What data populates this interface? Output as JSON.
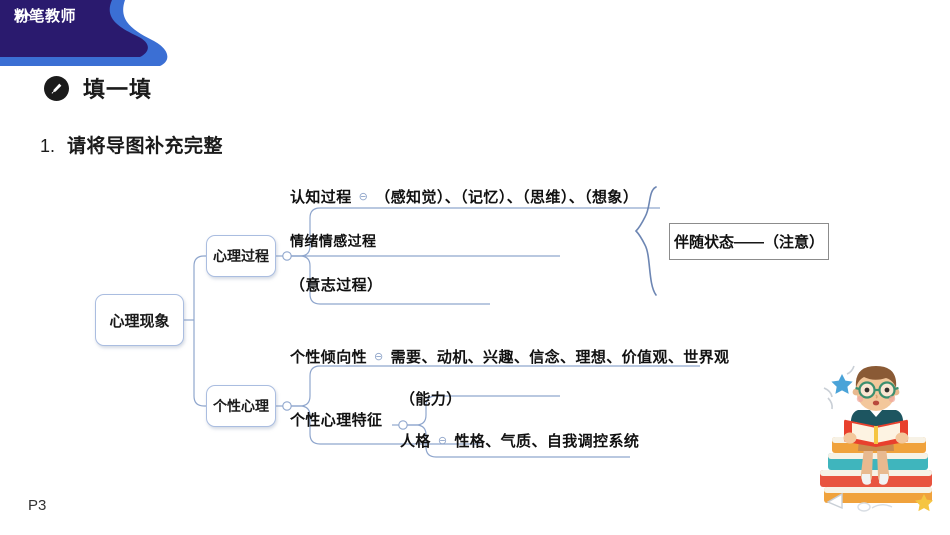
{
  "header": {
    "brand": "粉笔教师",
    "logo_icon": "fb-logo-icon",
    "wave_dark_color": "#2a1a6e",
    "wave_light_color": "#3b6fd4"
  },
  "section": {
    "badge_icon": "pen-badge-icon",
    "title": "填一填"
  },
  "question": {
    "number": "1.",
    "text": "请将导图补充完整"
  },
  "mindmap": {
    "root": "心理现象",
    "branches": {
      "process": {
        "label": "心理过程",
        "items": [
          {
            "name": "认知过程",
            "separator": "⊖",
            "detail": "（感知觉）、（记忆）、（思维）、（想象）"
          },
          {
            "name": "情绪情感过程",
            "separator": "",
            "detail": ""
          },
          {
            "name": "（意志过程）",
            "separator": "",
            "detail": ""
          }
        ]
      },
      "personality": {
        "label": "个性心理",
        "items": [
          {
            "name": "个性倾向性",
            "separator": "⊖",
            "detail": "需要、动机、兴趣、信念、理想、价值观、世界观"
          },
          {
            "name": "个性心理特征",
            "separator": "⊖",
            "detail": ""
          }
        ],
        "traits": [
          {
            "name": "（能力）",
            "separator": "",
            "detail": ""
          },
          {
            "name": "人格",
            "separator": "⊖",
            "detail": "性格、气质、自我调控系统"
          }
        ]
      }
    },
    "attention_box": "伴随状态——（注意）",
    "node_border_color": "#aabde0"
  },
  "illustration": {
    "name": "boy-reading-book-on-books-illustration"
  },
  "footer": {
    "page": "P3"
  }
}
